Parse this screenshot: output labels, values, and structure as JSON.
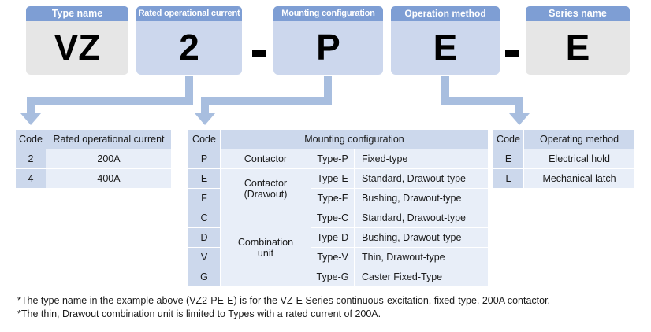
{
  "type_code": {
    "segments": [
      {
        "caption": "Type name",
        "value": "VZ",
        "fill": "gray"
      },
      {
        "caption": "Rated operational current",
        "value": "2",
        "fill": "blue"
      },
      {
        "caption": "Mounting configuration",
        "value": "P",
        "fill": "blue"
      },
      {
        "caption": "Operation method",
        "value": "E",
        "fill": "blue"
      },
      {
        "caption": "Series name",
        "value": "E",
        "fill": "gray"
      }
    ],
    "separators": [
      "-",
      "-"
    ]
  },
  "table_current": {
    "headers": [
      "Code",
      "Rated operational current"
    ],
    "rows": [
      {
        "code": "2",
        "value": "200A"
      },
      {
        "code": "4",
        "value": "400A"
      }
    ]
  },
  "table_mounting": {
    "headers": [
      "Code",
      "Mounting configuration"
    ],
    "rows": [
      {
        "code": "P",
        "group": "Contactor",
        "type": "Type-P",
        "desc": "Fixed-type"
      },
      {
        "code": "E",
        "group": "Contactor\n(Drawout)",
        "type": "Type-E",
        "desc": "Standard, Drawout-type"
      },
      {
        "code": "F",
        "group": "",
        "type": "Type-F",
        "desc": "Bushing, Drawout-type"
      },
      {
        "code": "C",
        "group": "Combination\nunit",
        "type": "Type-C",
        "desc": "Standard, Drawout-type"
      },
      {
        "code": "D",
        "group": "",
        "type": "Type-D",
        "desc": "Bushing, Drawout-type"
      },
      {
        "code": "V",
        "group": "",
        "type": "Type-V",
        "desc": "Thin, Drawout-type"
      },
      {
        "code": "G",
        "group": "",
        "type": "Type-G",
        "desc": "Caster Fixed-Type"
      }
    ],
    "group_contactor_drawout_line1": "Contactor",
    "group_contactor_drawout_line2": "(Drawout)",
    "group_combination_line1": "Combination",
    "group_combination_line2": "unit"
  },
  "table_operating": {
    "headers": [
      "Code",
      "Operating method"
    ],
    "rows": [
      {
        "code": "E",
        "value": "Electrical hold"
      },
      {
        "code": "L",
        "value": "Mechanical latch"
      }
    ]
  },
  "footnotes": [
    "*The type name in the example above (VZ2-PE-E) is for the VZ-E Series continuous-excitation, fixed-type, 200A contactor.",
    "*The thin, Drawout combination unit is limited to Types with a rated current of 200A."
  ],
  "colors": {
    "header_blue": "#7e9ed4",
    "box_blue": "#ccd7ed",
    "box_gray": "#e6e6e6",
    "arrow_blue": "#a8bedf",
    "cell_light": "#e8eef8",
    "cell_code": "#ccd8ec"
  }
}
